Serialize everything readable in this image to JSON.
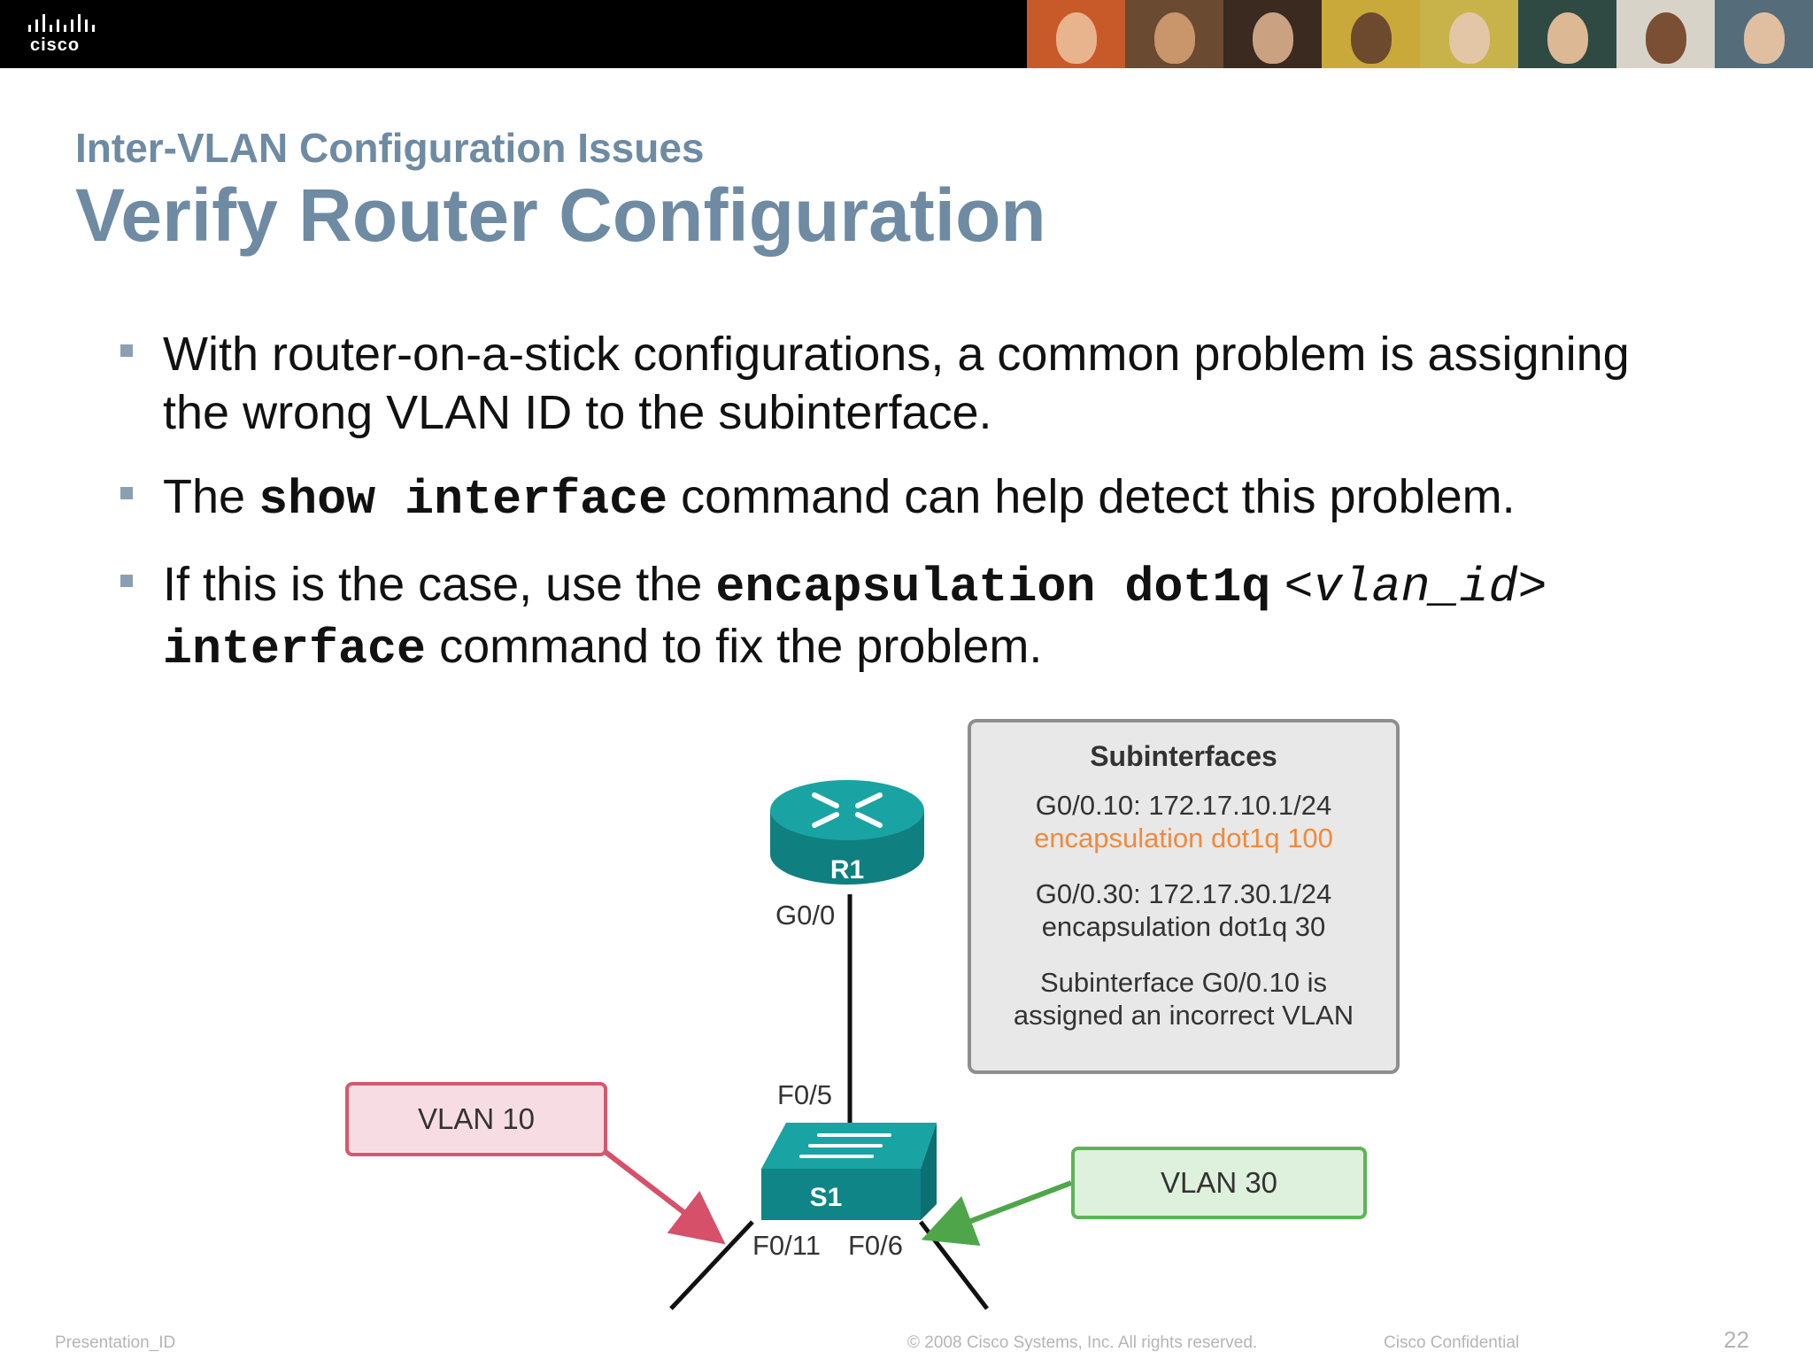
{
  "header": {
    "logo_text": "cisco",
    "photos": [
      {
        "bg": "#c85a2a",
        "face": "#e8b48d"
      },
      {
        "bg": "#6a4a30",
        "face": "#c9966c"
      },
      {
        "bg": "#3a2a20",
        "face": "#caa282"
      },
      {
        "bg": "#c9a93a",
        "face": "#6d4a2e"
      },
      {
        "bg": "#c8b24a",
        "face": "#e2c6a6"
      },
      {
        "bg": "#2f4a42",
        "face": "#ddb894"
      },
      {
        "bg": "#d7d3c8",
        "face": "#7a4f33"
      },
      {
        "bg": "#556c7a",
        "face": "#e0bfa1"
      }
    ]
  },
  "slide": {
    "subtitle": "Inter-VLAN Configuration Issues",
    "title": "Verify Router Configuration"
  },
  "bullets": {
    "b1_text": "With router-on-a-stick configurations, a common problem is assigning the wrong VLAN ID to the subinterface.",
    "b2_before": "The ",
    "b2_code": "show interface",
    "b2_after": " command can help detect this problem.",
    "b3_before": "If this is the case, use the ",
    "b3_code": "encapsulation dot1q",
    "b3_param": "<vlan_id>",
    "b3_code2": "interface",
    "b3_after": " command to fix the problem."
  },
  "diagram": {
    "router_label": "R1",
    "switch_label": "S1",
    "port_g00": "G0/0",
    "port_f05": "F0/5",
    "port_f011": "F0/11",
    "port_f06": "F0/6",
    "vlan10": "VLAN 10",
    "vlan30": "VLAN 30",
    "subinterfaces": {
      "heading": "Subinterfaces",
      "s1_addr": "G0/0.10: 172.17.10.1/24",
      "s1_encap": "encapsulation dot1q 100",
      "s2_addr": "G0/0.30: 172.17.30.1/24",
      "s2_encap": "encapsulation dot1q 30",
      "note_line1": "Subinterface G0/0.10 is",
      "note_line2": "assigned an incorrect VLAN"
    },
    "colors": {
      "device_teal": "#128a8a",
      "vlan10_arrow": "#d6506a",
      "vlan30_arrow": "#4fa64a",
      "error_orange": "#f08a3c"
    }
  },
  "footer": {
    "left": "Presentation_ID",
    "center": "© 2008 Cisco Systems, Inc. All rights reserved.",
    "right": "Cisco Confidential",
    "page": "22"
  }
}
